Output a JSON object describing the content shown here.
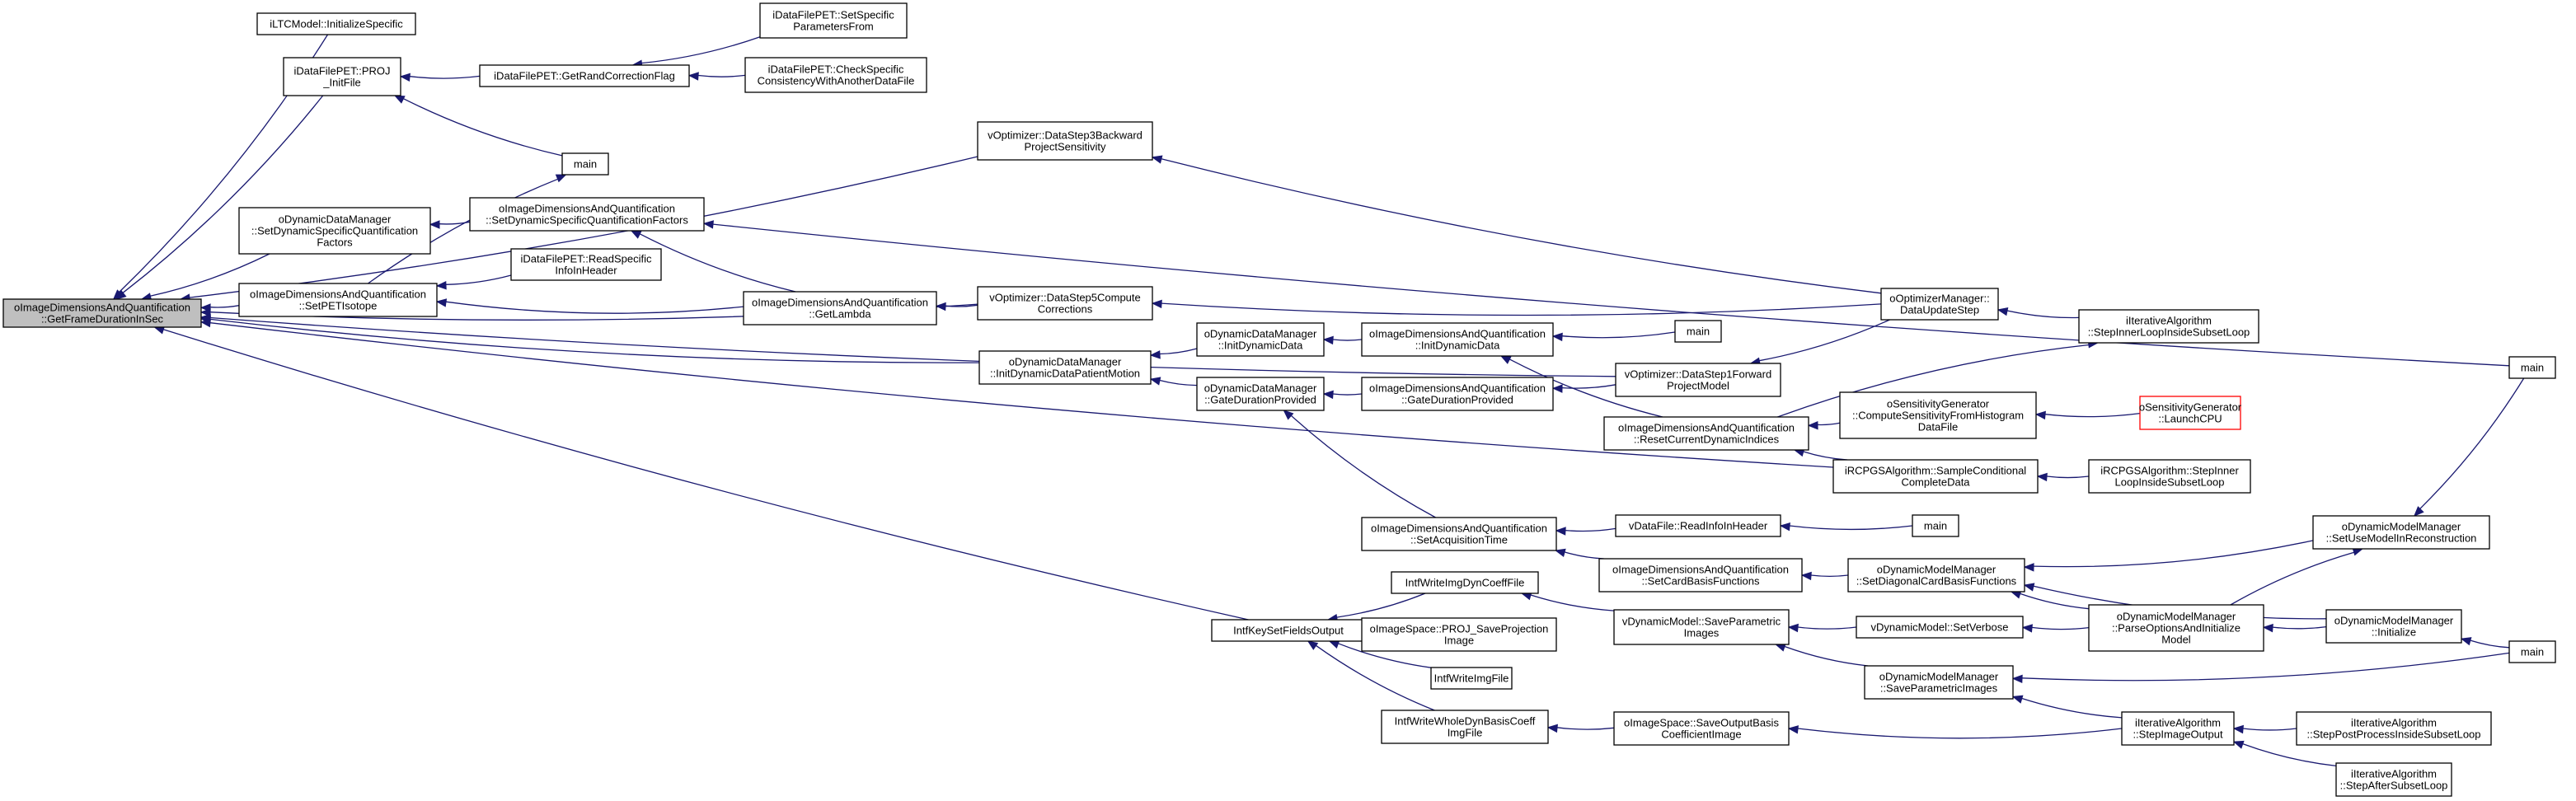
{
  "colors": {
    "edge": "#191970",
    "node_border": "#000000",
    "root_fill": "#bfbfbf",
    "red_border": "#ff0000",
    "background": "#ffffff"
  },
  "nodes": {
    "root": [
      "oImageDimensionsAndQuantification",
      "::GetFrameDurationInSec"
    ],
    "n_init": [
      "iLTCModel::InitializeSpecific"
    ],
    "n_proj": [
      "iDataFilePET::PROJ",
      "_InitFile"
    ],
    "n_grcf": [
      "iDataFilePET::GetRandCorrectionFlag"
    ],
    "n_setspec": [
      "iDataFilePET::SetSpecific",
      "ParametersFrom"
    ],
    "n_checkcons": [
      "iDataFilePET::CheckSpecific",
      "ConsistencyWithAnotherDataFile"
    ],
    "n_main1": [
      "main"
    ],
    "n_dsetdyn": [
      "oDynamicDataManager",
      "::SetDynamicSpecificQuantification",
      "Factors"
    ],
    "n_idsetdyn": [
      "oImageDimensionsAndQuantification",
      "::SetDynamicSpecificQuantificationFactors"
    ],
    "n_setpet": [
      "oImageDimensionsAndQuantification",
      "::SetPETIsotope"
    ],
    "n_readspec": [
      "iDataFilePET::ReadSpecific",
      "InfoInHeader"
    ],
    "n_lambda": [
      "oImageDimensionsAndQuantification",
      "::GetLambda"
    ],
    "n_ds3": [
      "vOptimizer::DataStep3Backward",
      "ProjectSensitivity"
    ],
    "n_ds5": [
      "vOptimizer::DataStep5Compute",
      "Corrections"
    ],
    "n_initdpm": [
      "oDynamicDataManager",
      "::InitDynamicDataPatientMotion"
    ],
    "n_dinitdyn": [
      "oDynamicDataManager",
      "::InitDynamicData"
    ],
    "n_dgate": [
      "oDynamicDataManager",
      "::GateDurationProvided"
    ],
    "n_iinitdyn": [
      "oImageDimensionsAndQuantification",
      "::InitDynamicData"
    ],
    "n_main2": [
      "main"
    ],
    "n_igate": [
      "oImageDimensionsAndQuantification",
      "::GateDurationProvided"
    ],
    "n_ds1": [
      "vOptimizer::DataStep1Forward",
      "ProjectModel"
    ],
    "n_optdus": [
      "oOptimizerManager::",
      "DataUpdateStep"
    ],
    "n_iastep": [
      "iIterativeAlgorithm",
      "::StepInnerLoopInsideSubsetLoop"
    ],
    "n_reset": [
      "oImageDimensionsAndQuantification",
      "::ResetCurrentDynamicIndices"
    ],
    "n_sens": [
      "oSensitivityGenerator",
      "::ComputeSensitivityFromHistogram",
      "DataFile"
    ],
    "n_launch": [
      "oSensitivityGenerator",
      "::LaunchCPU"
    ],
    "n_rcpgs": [
      "iRCPGSAlgorithm::SampleConditional",
      "CompleteData"
    ],
    "n_rcpgs2": [
      "iRCPGSAlgorithm::StepInner",
      "LoopInsideSubsetLoop"
    ],
    "n_main_r": [
      "main"
    ],
    "n_setacq": [
      "oImageDimensionsAndQuantification",
      "::SetAcquisitionTime"
    ],
    "n_vread": [
      "vDataFile::ReadInfoInHeader"
    ],
    "n_main3": [
      "main"
    ],
    "n_setcard": [
      "oImageDimensionsAndQuantification",
      "::SetCardBasisFunctions"
    ],
    "n_dmsetdiag": [
      "oDynamicModelManager",
      "::SetDiagonalCardBasisFunctions"
    ],
    "n_dmsetuse": [
      "oDynamicModelManager",
      "::SetUseModelInReconstruction"
    ],
    "n_dmparse": [
      "oDynamicModelManager",
      "::ParseOptionsAndInitialize",
      "Model"
    ],
    "n_dminit": [
      "oDynamicModelManager",
      "::Initialize"
    ],
    "n_main4": [
      "main"
    ],
    "n_intfkey": [
      "IntfKeySetFieldsOutput"
    ],
    "n_wrdyn": [
      "IntfWriteImgDynCoeffFile"
    ],
    "n_projsave": [
      "oImageSpace::PROJ_SaveProjection",
      "Image"
    ],
    "n_wrimg": [
      "IntfWriteImgFile"
    ],
    "n_wrwhole": [
      "IntfWriteWholeDynBasisCoeff",
      "ImgFile"
    ],
    "n_vdmsave": [
      "vDynamicModel::SaveParametric",
      "Images"
    ],
    "n_vdmverb": [
      "vDynamicModel::SetVerbose"
    ],
    "n_odmsave": [
      "oDynamicModelManager",
      "::SaveParametricImages"
    ],
    "n_saveout": [
      "oImageSpace::SaveOutputBasis",
      "CoefficientImage"
    ],
    "n_iaimg": [
      "iIterativeAlgorithm",
      "::StepImageOutput"
    ],
    "n_iapost": [
      "iIterativeAlgorithm",
      "::StepPostProcessInsideSubsetLoop"
    ],
    "n_iaafter": [
      "iIterativeAlgorithm",
      "::StepAfterSubsetLoop"
    ]
  }
}
